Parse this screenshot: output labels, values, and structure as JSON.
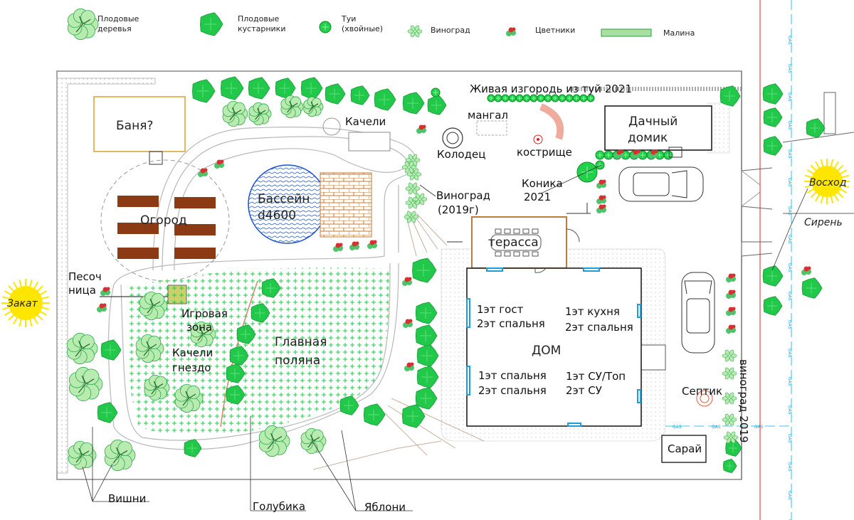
{
  "legend": [
    {
      "label_1": "Плодовые",
      "label_2": "деревья",
      "icon": "fruit-tree-icon"
    },
    {
      "label_1": "Плодовые",
      "label_2": "кустарники",
      "icon": "fruit-shrub-icon"
    },
    {
      "label_1": "Туи",
      "label_2": "(хвойные)",
      "icon": "thuja-icon"
    },
    {
      "label_1": "Виноград",
      "label_2": "",
      "icon": "grape-icon"
    },
    {
      "label_1": "Цветники",
      "label_2": "",
      "icon": "flowerbed-icon"
    },
    {
      "label_1": "Малина",
      "label_2": "",
      "icon": "raspberry-icon"
    }
  ],
  "labels": {
    "banya": "Баня?",
    "kacheli": "Качели",
    "mangal": "мангал",
    "kolodec": "Колодец",
    "kostrishche": "кострище",
    "hedge": "Живая изгородь из туй 2021",
    "dacha_1": "Дачный",
    "dacha_2": "домик",
    "konika_1": "Коника",
    "konika_2": "2021",
    "vinograd_1": "Виноград",
    "vinograd_2": "(2019г)",
    "bassein_1": "Бассейн",
    "bassein_2": "d4600",
    "ogorod": "Огород",
    "pesochnica_1": "Песоч",
    "pesochnica_2": "ница",
    "igrovaya_1": "Игровая",
    "igrovaya_2": "зона",
    "kacheli_gnezdo_1": "Качели",
    "kacheli_gnezdo_2": "гнездо",
    "polyana_1": "Главная",
    "polyana_2": "поляна",
    "terrace": "терасса",
    "house": "ДОМ",
    "room_1a": "1эт гост",
    "room_1b": "2эт спальня",
    "room_2a": "1эт кухня",
    "room_2b": "2эт спальня",
    "room_3a": "1эт спальня",
    "room_3b": "2эт спальня",
    "room_4a": "1эт СУ/Топ",
    "room_4b": "2эт СУ",
    "septik": "Септик",
    "vinograd_2019": "виноград 2019",
    "saray": "Сарай",
    "voskhod": "Восход",
    "siren": "Сирень",
    "zakat": "Закат",
    "vishni": "Вишни",
    "golubika": "Голубика",
    "yabloni": "Яблони",
    "gas": "GAS"
  },
  "colors": {
    "tree": "#22c84a",
    "tree_dark": "#0a7a20",
    "thuja": "#22d14a",
    "path": "#c8c8c8",
    "pool_fill": "#2a6fe0",
    "deck": "#c07a3a",
    "garden_bed": "#8b4513",
    "sun": "#ffe600",
    "gas_line": "#00b0e8",
    "fence_red": "#e02020",
    "flower": "#d83030"
  }
}
